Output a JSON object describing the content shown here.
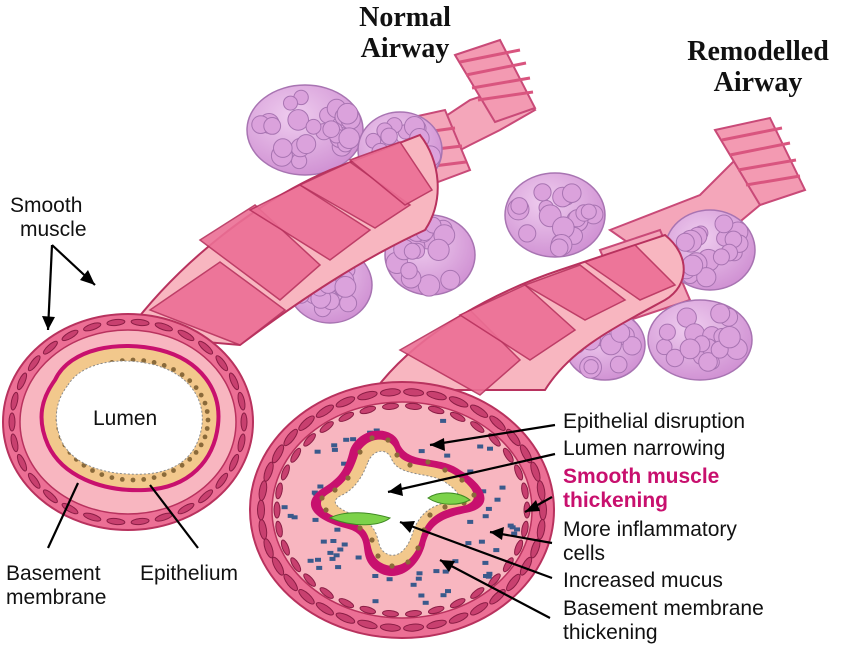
{
  "titles": {
    "normal": [
      "Normal",
      "Airway"
    ],
    "remodelled": [
      "Remodelled",
      "Airway"
    ]
  },
  "labels": {
    "smooth_muscle": [
      "Smooth",
      "muscle"
    ],
    "lumen": "Lumen",
    "basement_membrane": [
      "Basement",
      "membrane"
    ],
    "epithelium": "Epithelium",
    "epithelial_disruption": "Epithelial disruption",
    "lumen_narrowing": "Lumen narrowing",
    "smooth_muscle_thickening": [
      "Smooth muscle",
      "thickening"
    ],
    "more_inflammatory_cells": [
      "More inflammatory",
      "cells"
    ],
    "increased_mucus": "Increased mucus",
    "basement_membrane_thickening": [
      "Basement membrane",
      "thickening"
    ]
  },
  "colors": {
    "tube_light": "#f8b6c0",
    "muscle_band": "#ec6f95",
    "muscle_edge": "#b8325e",
    "alveoli": "#dba2dc",
    "alveoli_edge": "#a874b2",
    "epithelium": "#f2c88c",
    "mucus": "#7cd24a",
    "inflammatory": "#3a5a8c",
    "highlight_text": "#c8106e"
  }
}
